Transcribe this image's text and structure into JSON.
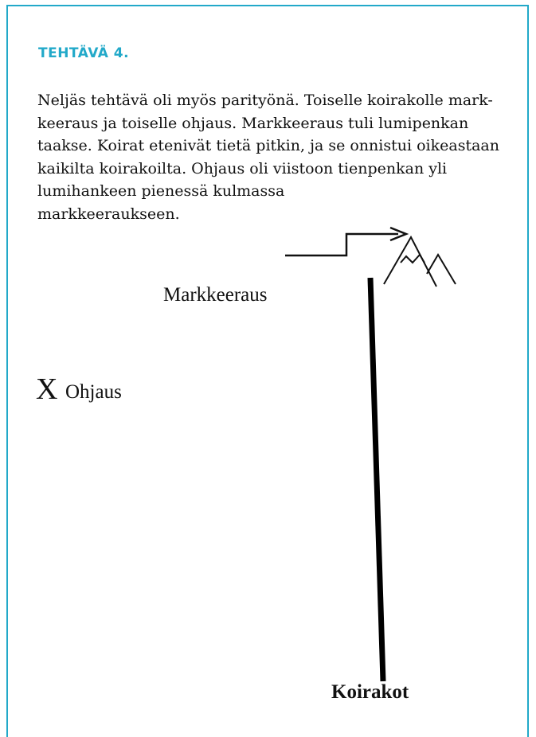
{
  "heading": "TEHTÄVÄ 4.",
  "paragraph_lines": [
    "Neljäs tehtävä oli myös parityönä. Toiselle koirakolle mark-",
    "keeraus ja toiselle ohjaus. Markkeeraus tuli lumipenkan",
    "taakse. Koirat etenivät tietä pitkin, ja se onnistui oikeastaan",
    "kaikilta koirakoilta. Ohjaus oli viistoon tienpenkan yli",
    "lumihankeen pienessä kulmassa",
    "markkeeraukseen."
  ],
  "diagram": {
    "markkeeraus_label": "Markkeeraus",
    "x_mark": "X",
    "ohjaus_label": "Ohjaus",
    "koirakot_label": "Koirakot",
    "accent_color": "#22a9c9"
  }
}
